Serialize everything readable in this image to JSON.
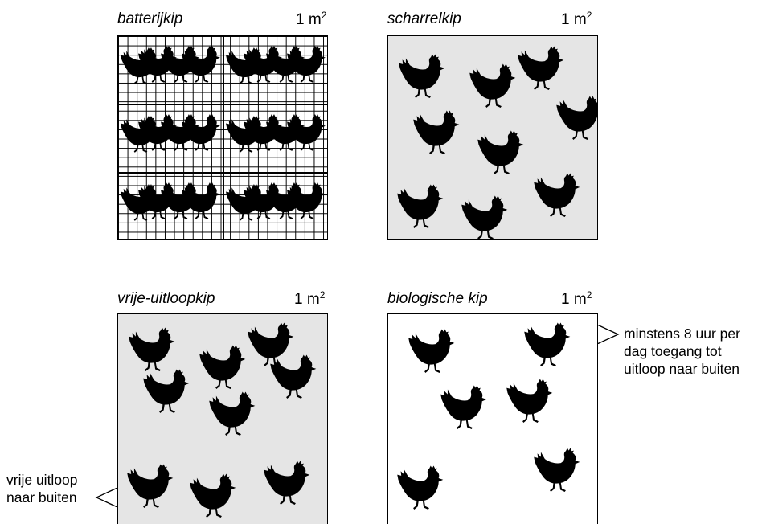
{
  "panels": {
    "battery": {
      "title": "batterijkip",
      "area": "1 m",
      "area_exp": "2",
      "fill": "#ffffff",
      "hen_count": 24
    },
    "barn": {
      "title": "scharrelkip",
      "area": "1 m",
      "area_exp": "2",
      "fill": "#e5e5e5",
      "hen_count": 9
    },
    "freerange": {
      "title": "vrije-uitloopkip",
      "area": "1 m",
      "area_exp": "2",
      "fill": "#e5e5e5",
      "hen_count": 9
    },
    "organic": {
      "title": "biologische kip",
      "area": "1 m",
      "area_exp": "2",
      "fill": "#ffffff",
      "hen_count": 6
    }
  },
  "callouts": {
    "freerange": {
      "line1": "vrije uitloop",
      "line2": "naar buiten"
    },
    "organic": {
      "line1": "minstens 8 uur per",
      "line2": "dag toegang tot",
      "line3": "uitloop naar buiten"
    }
  },
  "icon": "hen-silhouette-icon"
}
